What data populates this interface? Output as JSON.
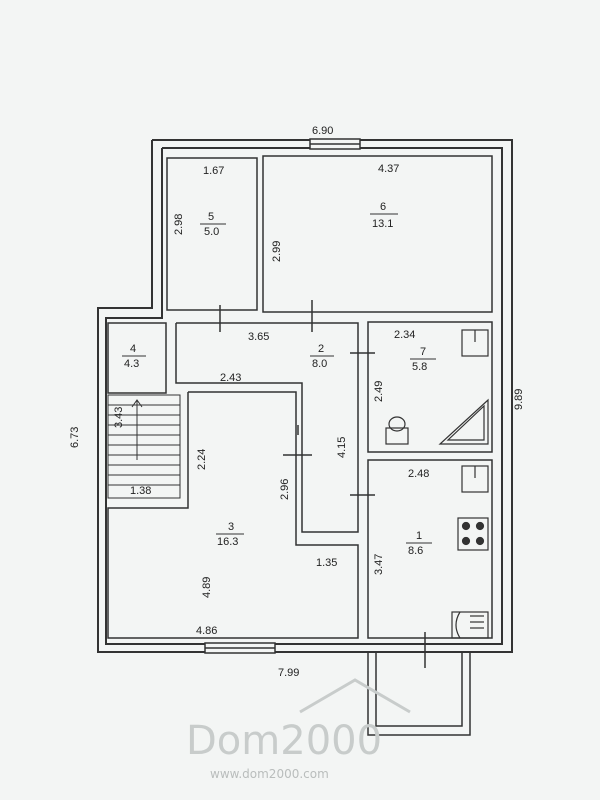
{
  "dimensions": {
    "top_overall": "6.90",
    "left_overall": "6.73",
    "right_overall": "9.89",
    "bottom_overall": "7.99",
    "room5_width": "1.67",
    "room5_height": "2.98",
    "room6_width": "4.37",
    "room6_height": "2.99",
    "corridor_width": "3.65",
    "corridor_lower": "2.43",
    "corridor_vertical": "4.15",
    "room7_width": "2.34",
    "room7_height": "2.49",
    "stair_height": "3.43",
    "stair_width": "1.38",
    "room3_upper": "2.24",
    "room3_inner": "2.96",
    "room3_height": "4.89",
    "room3_step": "1.35",
    "room3_width": "4.86",
    "room1_width": "2.48",
    "room1_height": "3.47"
  },
  "rooms": {
    "r1": {
      "number": "1",
      "area": "8.6"
    },
    "r2": {
      "number": "2",
      "area": "8.0"
    },
    "r3": {
      "number": "3",
      "area": "16.3"
    },
    "r4": {
      "number": "4",
      "area": "4.3"
    },
    "r5": {
      "number": "5",
      "area": "5.0"
    },
    "r6": {
      "number": "6",
      "area": "13.1"
    },
    "r7": {
      "number": "7",
      "area": "5.8"
    }
  },
  "watermark": {
    "brand": "Dom2000",
    "url": "www.dom2000.com"
  },
  "colors": {
    "wall": "#333333",
    "background": "#f3f5f4"
  }
}
